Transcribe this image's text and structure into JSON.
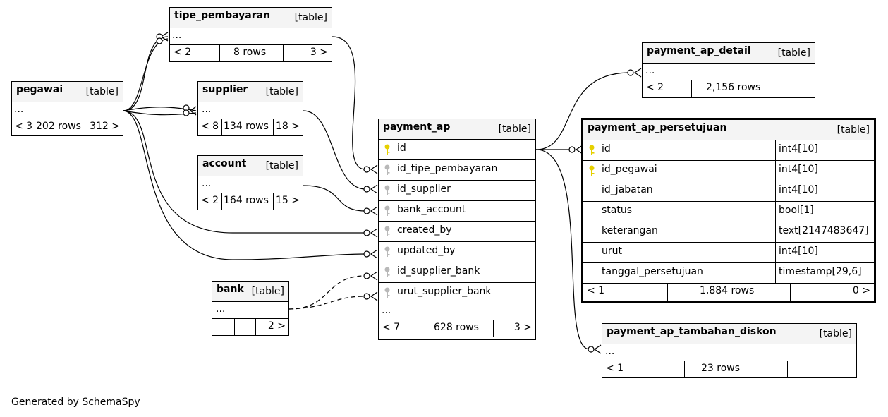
{
  "footer_credit": "Generated by SchemaSpy",
  "colors": {
    "primary_key": "#e6d000",
    "foreign_key": "#b8b8b8",
    "header_bg": "#f4f4f4"
  },
  "tables": {
    "tipe_pembayaran": {
      "name": "tipe_pembayaran",
      "type": "[table]",
      "ellipsis": "...",
      "parents": "< 2",
      "rows": "8 rows",
      "children": "3 >"
    },
    "pegawai": {
      "name": "pegawai",
      "type": "[table]",
      "ellipsis": "...",
      "parents": "< 3",
      "rows": "202 rows",
      "children": "312 >"
    },
    "supplier": {
      "name": "supplier",
      "type": "[table]",
      "ellipsis": "...",
      "parents": "< 8",
      "rows": "134 rows",
      "children": "18 >"
    },
    "account": {
      "name": "account",
      "type": "[table]",
      "ellipsis": "...",
      "parents": "< 2",
      "rows": "164 rows",
      "children": "15 >"
    },
    "bank": {
      "name": "bank",
      "type": "[table]",
      "ellipsis": "...",
      "parents": "",
      "rows": "",
      "children": "2 >"
    },
    "payment_ap": {
      "name": "payment_ap",
      "type": "[table]",
      "ellipsis": "...",
      "columns": [
        "id",
        "id_tipe_pembayaran",
        "id_supplier",
        "bank_account",
        "created_by",
        "updated_by",
        "id_supplier_bank",
        "urut_supplier_bank"
      ],
      "parents": "< 7",
      "rows": "628 rows",
      "children": "3 >"
    },
    "payment_ap_detail": {
      "name": "payment_ap_detail",
      "type": "[table]",
      "ellipsis": "...",
      "parents": "< 2",
      "rows": "2,156 rows",
      "children": ""
    },
    "payment_ap_persetujuan": {
      "name": "payment_ap_persetujuan",
      "type": "[table]",
      "columns": [
        {
          "name": "id",
          "type": "int4[10]"
        },
        {
          "name": "id_pegawai",
          "type": "int4[10]"
        },
        {
          "name": "id_jabatan",
          "type": "int4[10]"
        },
        {
          "name": "status",
          "type": "bool[1]"
        },
        {
          "name": "keterangan",
          "type": "text[2147483647]"
        },
        {
          "name": "urut",
          "type": "int4[10]"
        },
        {
          "name": "tanggal_persetujuan",
          "type": "timestamp[29,6]"
        }
      ],
      "parents": "< 1",
      "rows": "1,884 rows",
      "children": "0 >"
    },
    "payment_ap_tambahan_diskon": {
      "name": "payment_ap_tambahan_diskon",
      "type": "[table]",
      "ellipsis": "...",
      "parents": "< 1",
      "rows": "23 rows",
      "children": ""
    }
  }
}
